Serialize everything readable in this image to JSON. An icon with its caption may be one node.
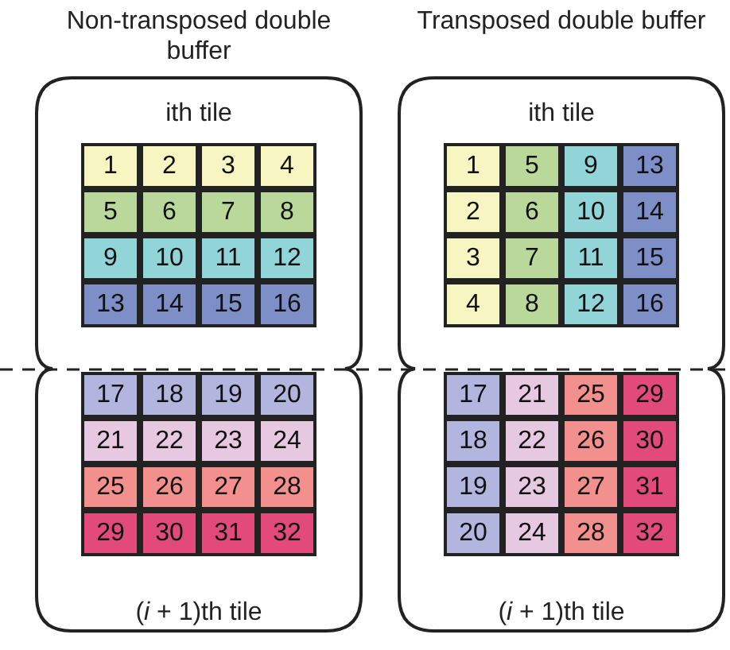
{
  "diagram": {
    "nodes": [
      {
        "text": [
          "Non-transposed double buffer"
        ]
      },
      {
        "text": [
          "ith tile"
        ],
        "in": 0
      },
      {
        "text": [
          "1"
        ],
        "in": 1
      },
      {
        "text": [
          "2"
        ],
        "in": 1
      },
      {
        "text": [
          "3"
        ],
        "in": 1
      },
      {
        "text": [
          "4"
        ],
        "in": 1
      },
      {
        "text": [
          "5"
        ],
        "in": 1
      },
      {
        "text": [
          "6"
        ],
        "in": 1
      },
      {
        "text": [
          "7"
        ],
        "in": 1
      },
      {
        "text": [
          "8"
        ],
        "in": 1
      },
      {
        "text": [
          "9"
        ],
        "in": 1
      },
      {
        "text": [
          "10"
        ],
        "in": 1
      },
      {
        "text": [
          "11"
        ],
        "in": 1
      },
      {
        "text": [
          "12"
        ],
        "in": 1
      },
      {
        "text": [
          "13"
        ],
        "in": 1
      },
      {
        "text": [
          "14"
        ],
        "in": 1
      },
      {
        "text": [
          "15"
        ],
        "in": 1
      },
      {
        "text": [
          "16"
        ],
        "in": 1
      },
      {
        "text": [
          "(*i* + 1)th tile"
        ],
        "in": 0
      },
      {
        "text": [
          "17"
        ],
        "in": 18
      },
      {
        "text": [
          "18"
        ],
        "in": 18
      },
      {
        "text": [
          "19"
        ],
        "in": 18
      },
      {
        "text": [
          "20"
        ],
        "in": 18
      },
      {
        "text": [
          "21"
        ],
        "in": 18
      },
      {
        "text": [
          "22"
        ],
        "in": 18
      },
      {
        "text": [
          "23"
        ],
        "in": 18
      },
      {
        "text": [
          "24"
        ],
        "in": 18
      },
      {
        "text": [
          "25"
        ],
        "in": 18
      },
      {
        "text": [
          "26"
        ],
        "in": 18
      },
      {
        "text": [
          "27"
        ],
        "in": 18
      },
      {
        "text": [
          "28"
        ],
        "in": 18
      },
      {
        "text": [
          "29"
        ],
        "in": 18
      },
      {
        "text": [
          "30"
        ],
        "in": 18
      },
      {
        "text": [
          "31"
        ],
        "in": 18
      },
      {
        "text": [
          "32"
        ],
        "in": 18
      },
      {
        "text": [
          "Transposed double buffer"
        ]
      },
      {
        "text": [
          "ith tile"
        ],
        "in": 35
      },
      {
        "text": [
          "1"
        ],
        "in": 36
      },
      {
        "text": [
          "5"
        ],
        "in": 36
      },
      {
        "text": [
          "9"
        ],
        "in": 36
      },
      {
        "text": [
          "13"
        ],
        "in": 36
      },
      {
        "text": [
          "2"
        ],
        "in": 36
      },
      {
        "text": [
          "6"
        ],
        "in": 36
      },
      {
        "text": [
          "10"
        ],
        "in": 36
      },
      {
        "text": [
          "14"
        ],
        "in": 36
      },
      {
        "text": [
          "3"
        ],
        "in": 36
      },
      {
        "text": [
          "7"
        ],
        "in": 36
      },
      {
        "text": [
          "11"
        ],
        "in": 36
      },
      {
        "text": [
          "15"
        ],
        "in": 36
      },
      {
        "text": [
          "4"
        ],
        "in": 36
      },
      {
        "text": [
          "8"
        ],
        "in": 36
      },
      {
        "text": [
          "12"
        ],
        "in": 36
      },
      {
        "text": [
          "16"
        ],
        "in": 36
      },
      {
        "text": [
          "(*i* + 1)th tile"
        ],
        "in": 35
      },
      {
        "text": [
          "17"
        ],
        "in": 53
      },
      {
        "text": [
          "21"
        ],
        "in": 53
      },
      {
        "text": [
          "25"
        ],
        "in": 53
      },
      {
        "text": [
          "29"
        ],
        "in": 53
      },
      {
        "text": [
          "18"
        ],
        "in": 53
      },
      {
        "text": [
          "22"
        ],
        "in": 53
      },
      {
        "text": [
          "26"
        ],
        "in": 53
      },
      {
        "text": [
          "30"
        ],
        "in": 53
      },
      {
        "text": [
          "19"
        ],
        "in": 53
      },
      {
        "text": [
          "23"
        ],
        "in": 53
      },
      {
        "text": [
          "27"
        ],
        "in": 53
      },
      {
        "text": [
          "31"
        ],
        "in": 53
      },
      {
        "text": [
          "20"
        ],
        "in": 53
      },
      {
        "text": [
          "24"
        ],
        "in": 53
      },
      {
        "text": [
          "28"
        ],
        "in": 53
      },
      {
        "text": [
          "32"
        ],
        "in": 53
      }
    ]
  }
}
